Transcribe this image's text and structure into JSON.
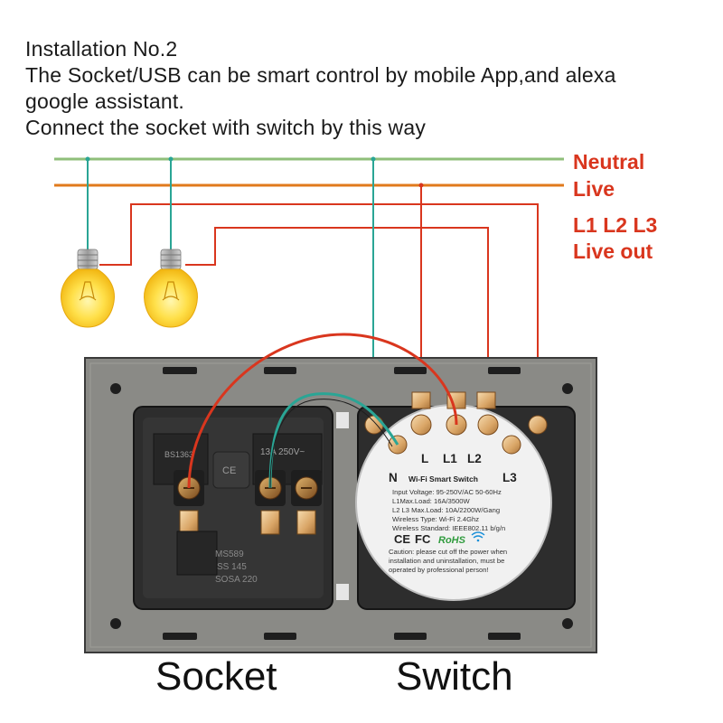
{
  "heading": {
    "line1": "Installation No.2",
    "line2": "The Socket/USB can be smart control by mobile App,and alexa",
    "line3": "google assistant.",
    "line4": "Connect the socket with switch by this way"
  },
  "legend": {
    "neutral": "Neutral",
    "live": "Live",
    "l1l2l3": "L1 L2 L3",
    "live_out": "Live out"
  },
  "colors": {
    "neutral_wire": "#8fbf7a",
    "live_wire": "#e07a1c",
    "out_wire": "#d9361e",
    "drop_wire": "#2aa595",
    "label_red": "#d9361e",
    "panel": "#8a8a86"
  },
  "socket": {
    "rating_label": "13A 250V~",
    "left_mark": "BS1363",
    "cert_mark": "CE",
    "code_lines": [
      "MS589",
      "SS 145",
      "SOSA 220"
    ],
    "caption": "Socket"
  },
  "switch": {
    "terminal_L": "L",
    "terminal_L1": "L1",
    "terminal_L2": "L2",
    "terminal_N": "N",
    "terminal_L3": "L3",
    "model": "Wi-Fi Smart Switch",
    "specs": [
      "Input Voltage: 95-250V/AC 50-60Hz",
      "L1Max.Load: 16A/3500W",
      "L2 L3 Max.Load: 10A/2200W/Gang",
      "Wireless Type: Wi-Fi 2.4Ghz",
      "Wireless Standard: IEEE802.11 b/g/n"
    ],
    "cert_ce": "CE",
    "cert_fc": "FC",
    "cert_rohs": "RoHS",
    "caution": [
      "Caution: please cut off the power when",
      "installation and uninstallation, must be",
      "operated by professional person!"
    ],
    "caption": "Switch"
  }
}
